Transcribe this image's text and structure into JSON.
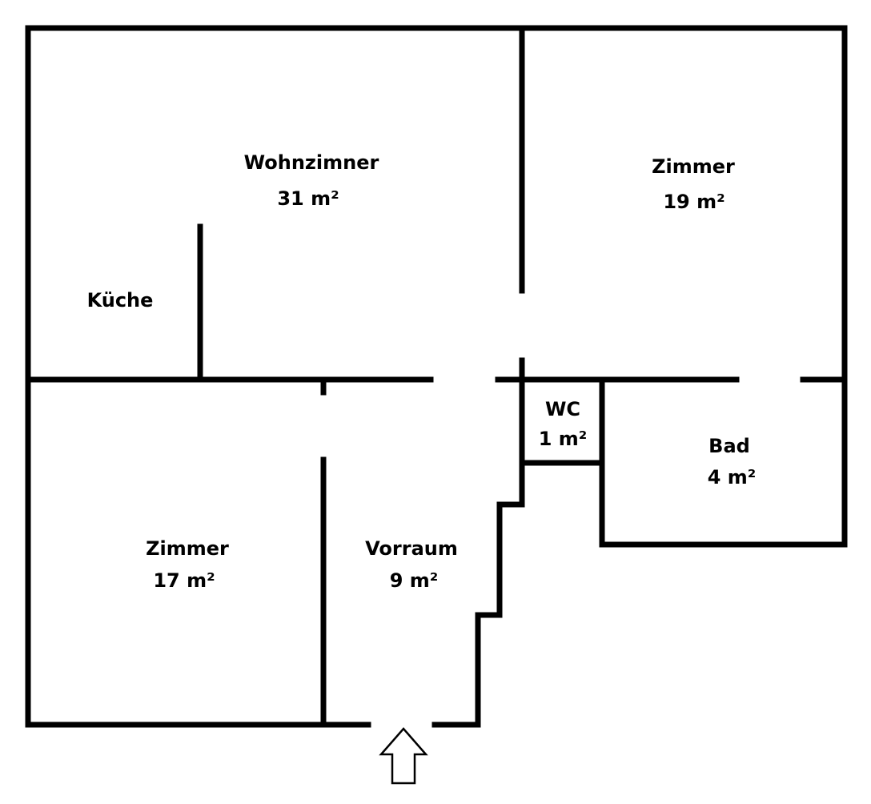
{
  "colors": {
    "wall": "#000000",
    "background": "#ffffff",
    "text": "#000000"
  },
  "rooms": {
    "wohnzimmer": {
      "name": "Wohnzimner",
      "area": "31 m²"
    },
    "zimmer_right": {
      "name": "Zimmer",
      "area": "19 m²"
    },
    "kueche": {
      "name": "Küche"
    },
    "wc": {
      "name": "WC",
      "area": "1 m²"
    },
    "bad": {
      "name": "Bad",
      "area": "4 m²"
    },
    "zimmer_left": {
      "name": "Zimmer",
      "area": "17 m²"
    },
    "vorraum": {
      "name": "Vorraum",
      "area": "9 m²"
    }
  },
  "entrance": {
    "icon": "up-arrow-icon"
  }
}
